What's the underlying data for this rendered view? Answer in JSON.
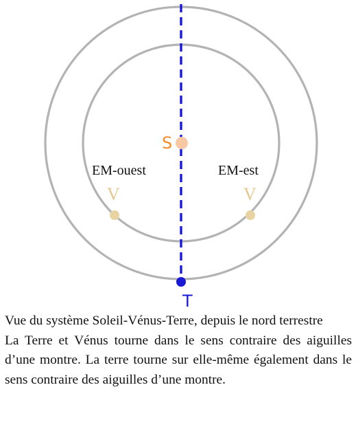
{
  "diagram": {
    "labels": {
      "sun": "S",
      "earth": "T",
      "elongation_west": "EM-ouest",
      "elongation_east": "EM-est",
      "venus_west": "V",
      "venus_east": "V"
    },
    "colors": {
      "orbit": "#b3b3b3",
      "sun": "#f8c7a4",
      "sun_label": "#f28c28",
      "axis": "#1a1ad6",
      "earth": "#1a1ad6",
      "venus": "#e8d3a2",
      "venus_label": "#e3c890",
      "text": "#111111"
    }
  },
  "caption": {
    "line1": "Vue du système Soleil-Vénus-Terre, depuis le nord terrestre",
    "line2": "La Terre et Vénus tourne dans le sens contraire des aiguilles d’une montre. La terre tourne sur elle-même également dans le sens contraire des aiguilles d’une montre."
  }
}
